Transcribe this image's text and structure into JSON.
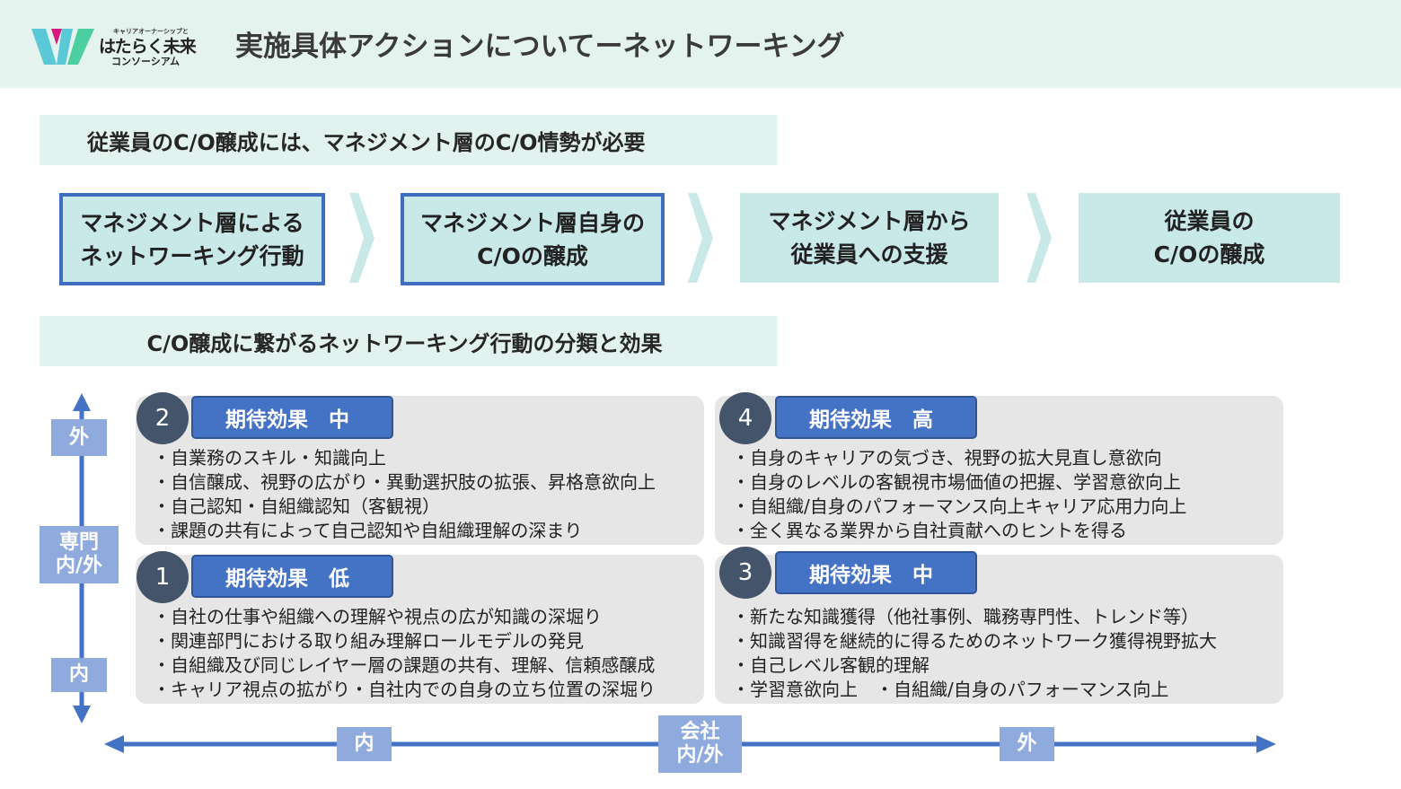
{
  "header": {
    "title": "実施具体アクションについてーネットワーキング",
    "logo": {
      "subtitle": "キャリアオーナーシップと",
      "name": "はたらく未来",
      "suffix": "コンソーシアム"
    }
  },
  "banner1": "従業員のC/O醸成には、マネジメント層のC/O情勢が必要",
  "flow": [
    {
      "line1": "マネジメント層による",
      "line2": "ネットワーキング行動"
    },
    {
      "line1": "マネジメント層自身の",
      "line2": "C/Oの醸成"
    },
    {
      "line1": "マネジメント層から",
      "line2": "従業員への支援"
    },
    {
      "line1": "従業員の",
      "line2": "C/Oの醸成"
    }
  ],
  "banner2": "C/O醸成に繋がるネットワーキング行動の分類と効果",
  "quadrants": [
    {
      "num": "2",
      "badge": "期待効果　中",
      "items": [
        "・自業務のスキル・知識向上",
        "・自信醸成、視野の広がり・異動選択肢の拡張、昇格意欲向上",
        "・自己認知・自組織認知（客観視）",
        "・課題の共有によって自己認知や自組織理解の深まり"
      ]
    },
    {
      "num": "4",
      "badge": "期待効果　高",
      "items": [
        "・自身のキャリアの気づき、視野の拡大見直し意欲向",
        "・自身のレベルの客観視市場価値の把握、学習意欲向上",
        "・自組織/自身のパフォーマンス向上キャリア応用力向上",
        "・全く異なる業界から自社貢献へのヒントを得る"
      ]
    },
    {
      "num": "1",
      "badge": "期待効果　低",
      "items": [
        "・自社の仕事や組織への理解や視点の広が知識の深堀り",
        "・関連部門における取り組み理解ロールモデルの発見",
        "・自組織及び同じレイヤー層の課題の共有、理解、信頼感醸成",
        "・キャリア視点の拡がり・自社内での自身の立ち位置の深堀り"
      ]
    },
    {
      "num": "3",
      "badge": "期待効果　中",
      "items": [
        "・新たな知識獲得（他社事例、職務専門性、トレンド等）",
        "・知識習得を継続的に得るためのネットワーク獲得視野拡大",
        "・自己レベル客観的理解",
        "・学習意欲向上　・自組織/自身のパフォーマンス向上"
      ]
    }
  ],
  "axes": {
    "v_top": "外",
    "v_mid_1": "専門",
    "v_mid_2": "内/外",
    "v_bottom": "内",
    "h_left": "内",
    "h_mid_1": "会社",
    "h_mid_2": "内/外",
    "h_right": "外"
  }
}
